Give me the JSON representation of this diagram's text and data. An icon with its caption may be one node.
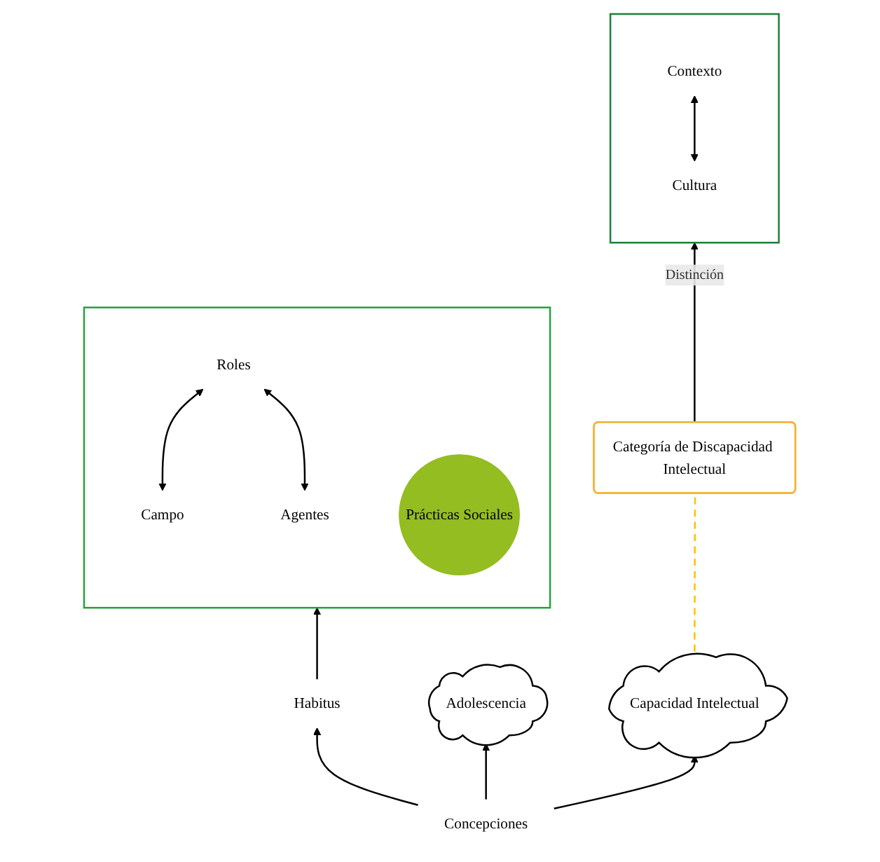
{
  "diagram": {
    "nodes": [
      {
        "text": [],
        "shape": "box"
      },
      {
        "text": [
          "Cultura"
        ],
        "in": 0
      },
      {
        "text": [
          "Contexto"
        ],
        "in": 0
      },
      {
        "text": [],
        "shape": "box"
      },
      {
        "text": [
          "Roles"
        ],
        "in": 3
      },
      {
        "text": [
          "Campo"
        ],
        "in": 3
      },
      {
        "text": [
          "Agentes"
        ],
        "in": 3
      },
      {
        "text": [
          "Prácticas Sociales"
        ],
        "in": 3
      },
      {
        "text": [
          "Habitus"
        ]
      },
      {
        "text": [
          "Concepciones"
        ]
      },
      {
        "text": [
          "Adolescencia"
        ]
      },
      {
        "text": [
          "Capacidad Intelectual"
        ]
      },
      {
        "text": [
          "Categoría de Discapacidad Intelectual"
        ]
      }
    ],
    "edges": [
      {
        "from": 2,
        "to": 1,
        "arrow": "both"
      },
      {
        "from": 4,
        "to": 5,
        "arrow": "both"
      },
      {
        "from": 4,
        "to": 6,
        "arrow": "both"
      },
      {
        "from": 8,
        "to": 3,
        "arrow": "to"
      },
      {
        "from": 9,
        "to": 8,
        "arrow": "to"
      },
      {
        "from": 9,
        "to": 10,
        "arrow": "to"
      },
      {
        "from": 9,
        "to": 11,
        "arrow": "to"
      },
      {
        "from": 12,
        "to": 0,
        "arrow": "to",
        "label": "Distinción"
      },
      {
        "from": 11,
        "to": 12,
        "arrow": "none",
        "style": "dashed",
        "color": "#ffc000"
      }
    ]
  }
}
